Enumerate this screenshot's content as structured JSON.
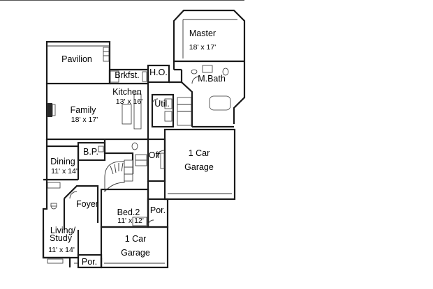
{
  "rooms": [
    {
      "id": "master",
      "name": "Master",
      "dims": "18' x 17'"
    },
    {
      "id": "mbath",
      "name": "M.Bath"
    },
    {
      "id": "ho",
      "name": "H.O."
    },
    {
      "id": "brkfst",
      "name": "Brkfst."
    },
    {
      "id": "kitchen",
      "name": "Kitchen",
      "dims": "13' x 16'"
    },
    {
      "id": "pavilion",
      "name": "Pavilion"
    },
    {
      "id": "family",
      "name": "Family",
      "dims": "18' x 17'"
    },
    {
      "id": "util",
      "name": "Util."
    },
    {
      "id": "garage1",
      "name": "1 Car",
      "name2": "Garage"
    },
    {
      "id": "off",
      "name": "Off"
    },
    {
      "id": "bp",
      "name": "B.P."
    },
    {
      "id": "dining",
      "name": "Dining",
      "dims": "11' x 14'"
    },
    {
      "id": "foyer",
      "name": "Foyer"
    },
    {
      "id": "bed2",
      "name": "Bed.2",
      "dims": "11' x 12'"
    },
    {
      "id": "por_right",
      "name": "Por."
    },
    {
      "id": "living",
      "name": "Living/",
      "name2": "Study",
      "dims": "11' x 14'"
    },
    {
      "id": "garage2",
      "name": "1 Car",
      "name2": "Garage"
    },
    {
      "id": "por_front",
      "name": "Por."
    }
  ]
}
